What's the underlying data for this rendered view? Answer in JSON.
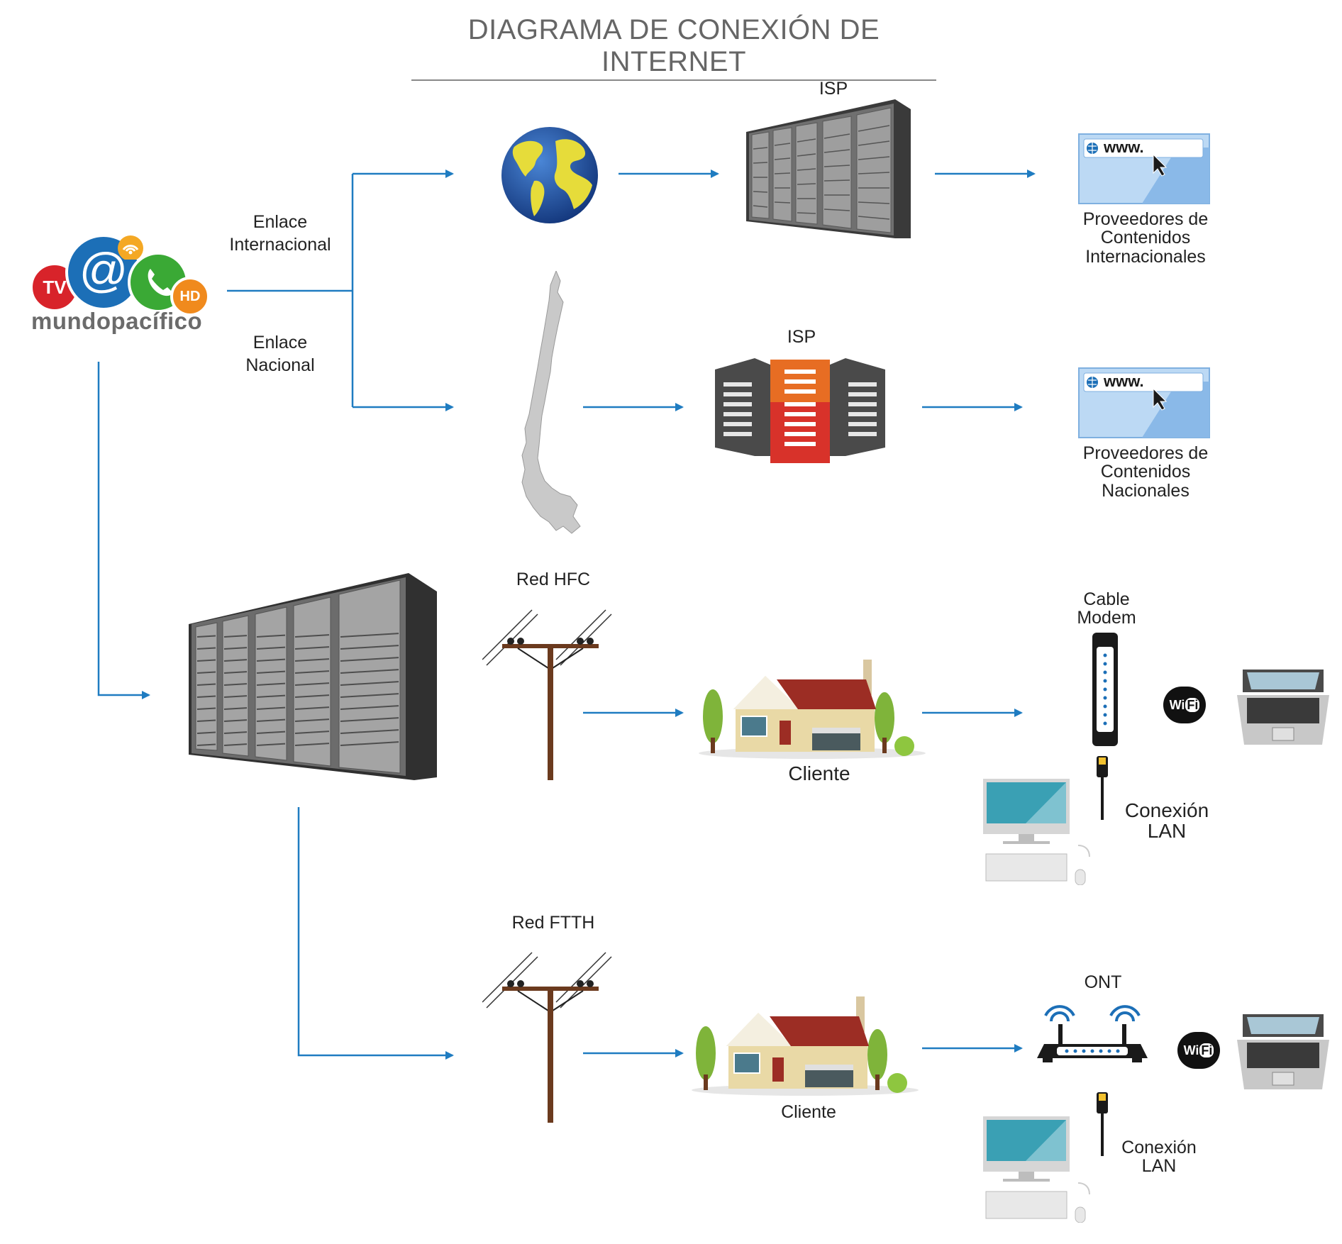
{
  "title": "DIAGRAMA DE CONEXIÓN DE INTERNET",
  "colors": {
    "arrow": "#1f7cc1",
    "server": "#5b5b5b",
    "isp_orange": "#e0622a"
  },
  "logo": {
    "name": "mundopacífico",
    "badges": [
      "TV",
      "@",
      "HD"
    ]
  },
  "links": {
    "international": [
      "Enlace",
      "Internacional"
    ],
    "national": [
      "Enlace",
      "Nacional"
    ]
  },
  "isp_top": {
    "label": "ISP"
  },
  "isp_mid": {
    "label": "ISP"
  },
  "browser": {
    "url_text": "www."
  },
  "providers_international": [
    "Proveedores de",
    "Contenidos",
    "Internacionales"
  ],
  "providers_national": [
    "Proveedores de",
    "Contenidos",
    "Nacionales"
  ],
  "hfc": {
    "network_label": "Red HFC",
    "client_label": "Cliente",
    "device_label": [
      "Cable",
      "Modem"
    ],
    "lan_label": [
      "Conexión",
      "LAN"
    ]
  },
  "ftth": {
    "network_label": "Red FTTH",
    "client_label": "Cliente",
    "device_label": "ONT",
    "lan_label": [
      "Conexión",
      "LAN"
    ]
  },
  "wifi_badge": [
    "Wi",
    "Fi"
  ]
}
